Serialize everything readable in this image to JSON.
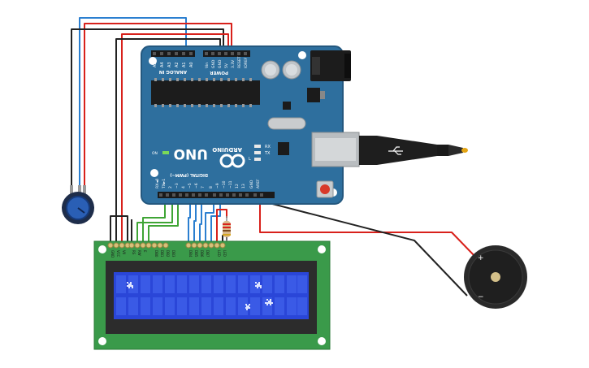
{
  "board": {
    "brand": "ARDUINO",
    "model": "UNO",
    "on_label": "ON",
    "analog_in_label": "ANALOG IN",
    "power_label": "POWER",
    "digital_label": "DIGITAL (PWM~)",
    "tx_label": "TX",
    "rx_label": "RX",
    "l_label": "L",
    "analog_pins": [
      "A5",
      "A4",
      "A3",
      "A2",
      "A1",
      "A0"
    ],
    "power_pins": [
      "Vin",
      "GND",
      "GND",
      "5V",
      "3.3V",
      "RESET",
      "IOREF"
    ],
    "digital_pins": [
      "RX◄0",
      "TX►1",
      "2",
      "~3",
      "4",
      "~5",
      "~6",
      "7",
      "8",
      "~9",
      "~10",
      "~11",
      "12",
      "13",
      "GND",
      "AREF"
    ]
  },
  "lcd": {
    "pins": [
      "GND",
      "VCC",
      "V0",
      "RS",
      "RW",
      "E",
      "DB0",
      "DB1",
      "DB2",
      "DB3",
      "DB4",
      "DB5",
      "DB6",
      "DB7",
      "LED",
      "LED"
    ]
  },
  "buzzer": {
    "plus": "+",
    "minus": "−"
  },
  "colors": {
    "board": "#2e6f9e",
    "board_edge": "#24587f",
    "lcd_pcb": "#3a9a4a",
    "lcd_screen": "#2a46d8",
    "wire_red": "#d8211b",
    "wire_black": "#222222",
    "wire_green": "#3fa535",
    "wire_blue": "#2b7fd0"
  }
}
